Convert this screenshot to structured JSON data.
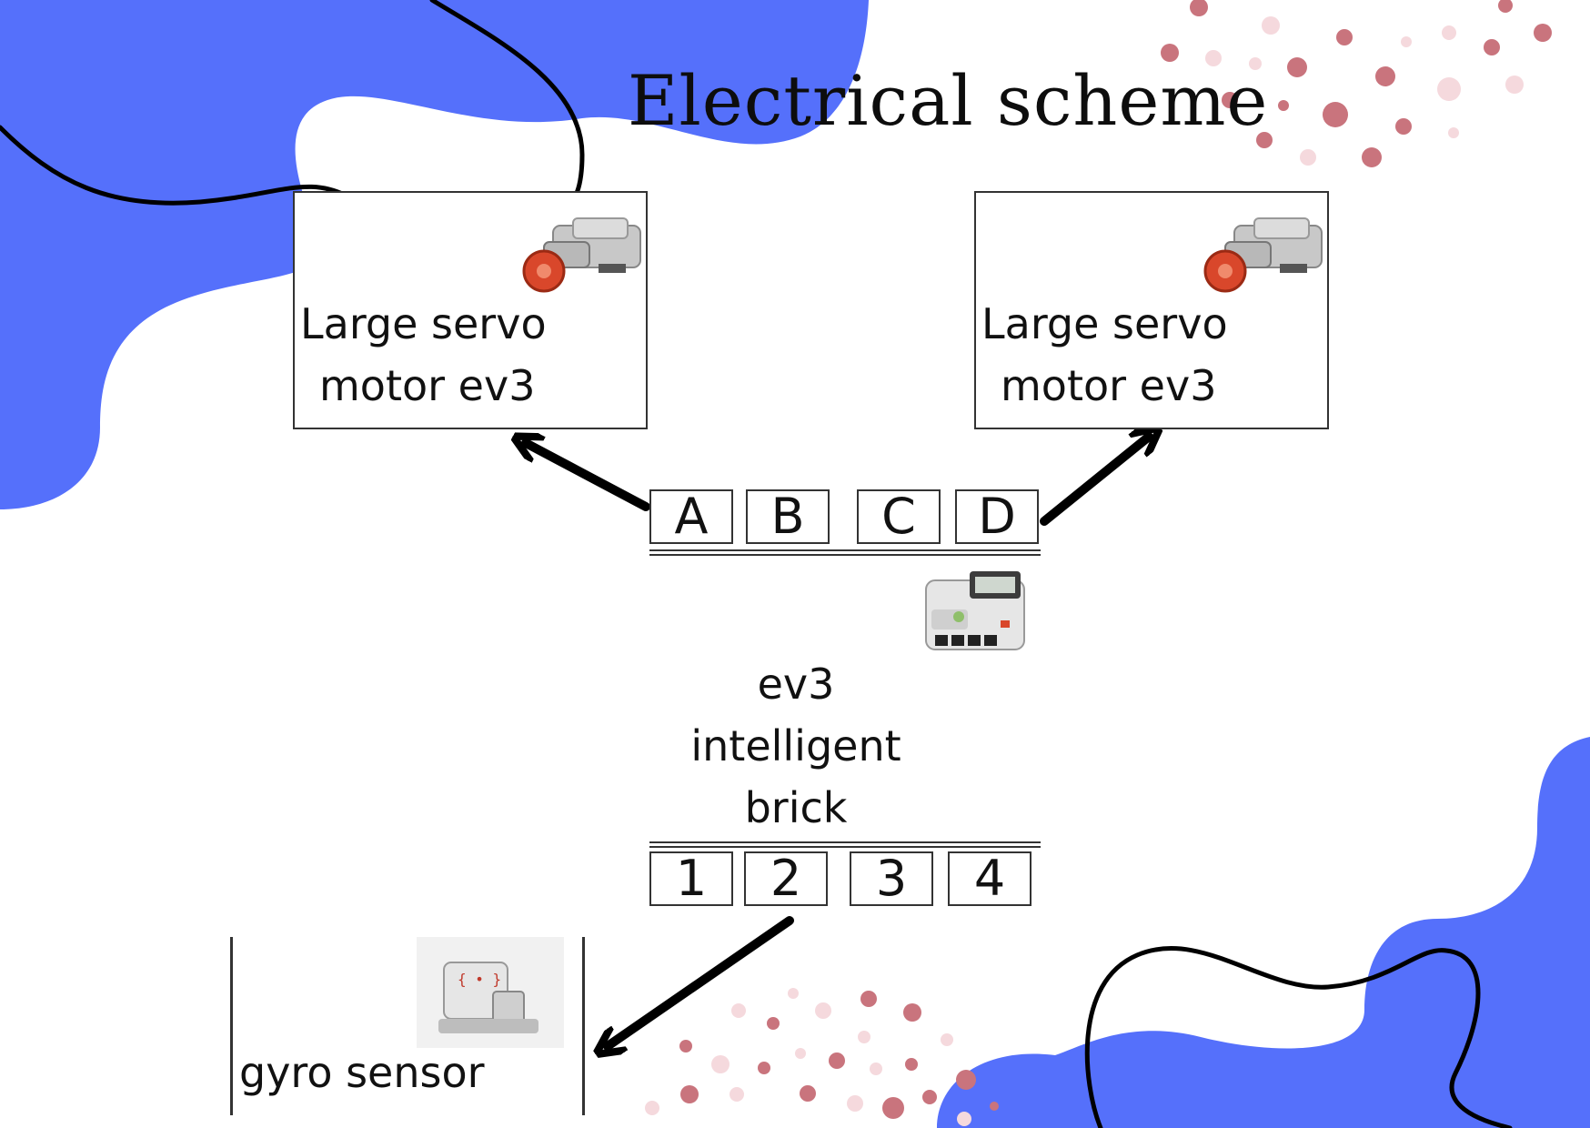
{
  "title": "Electrical scheme",
  "motor_left": {
    "line1": "Large servo",
    "line2": "motor ev3",
    "image_icon": "ev3-large-motor-icon"
  },
  "motor_right": {
    "line1": "Large servo",
    "line2": "motor ev3",
    "image_icon": "ev3-large-motor-icon"
  },
  "output_ports": [
    "A",
    "B",
    "C",
    "D"
  ],
  "brick": {
    "line1": "ev3",
    "line2": "intelligent",
    "line3": "brick",
    "image_icon": "ev3-brick-icon"
  },
  "input_ports": [
    "1",
    "2",
    "3",
    "4"
  ],
  "sensor": {
    "label": "gyro sensor",
    "image_icon": "ev3-gyro-sensor-icon"
  },
  "connections": [
    {
      "from": "A",
      "to": "Large servo motor ev3 (left)"
    },
    {
      "from": "D",
      "to": "Large servo motor ev3 (right)"
    },
    {
      "from": "2",
      "to": "gyro sensor"
    }
  ],
  "colors": {
    "blob": "#5570fb",
    "dot_dark": "#c9747d",
    "dot_light": "#f5d9dd",
    "stroke": "#000000"
  }
}
